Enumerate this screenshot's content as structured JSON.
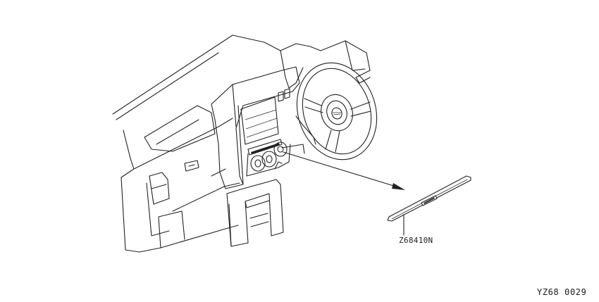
{
  "diagram": {
    "part_number_label": "Z68410N",
    "figure_code": "YZ68 0029",
    "parts": [
      {
        "name": "dashboard-instrument-panel"
      },
      {
        "name": "steering-wheel"
      },
      {
        "name": "center-console"
      },
      {
        "name": "finisher-strip"
      }
    ]
  }
}
